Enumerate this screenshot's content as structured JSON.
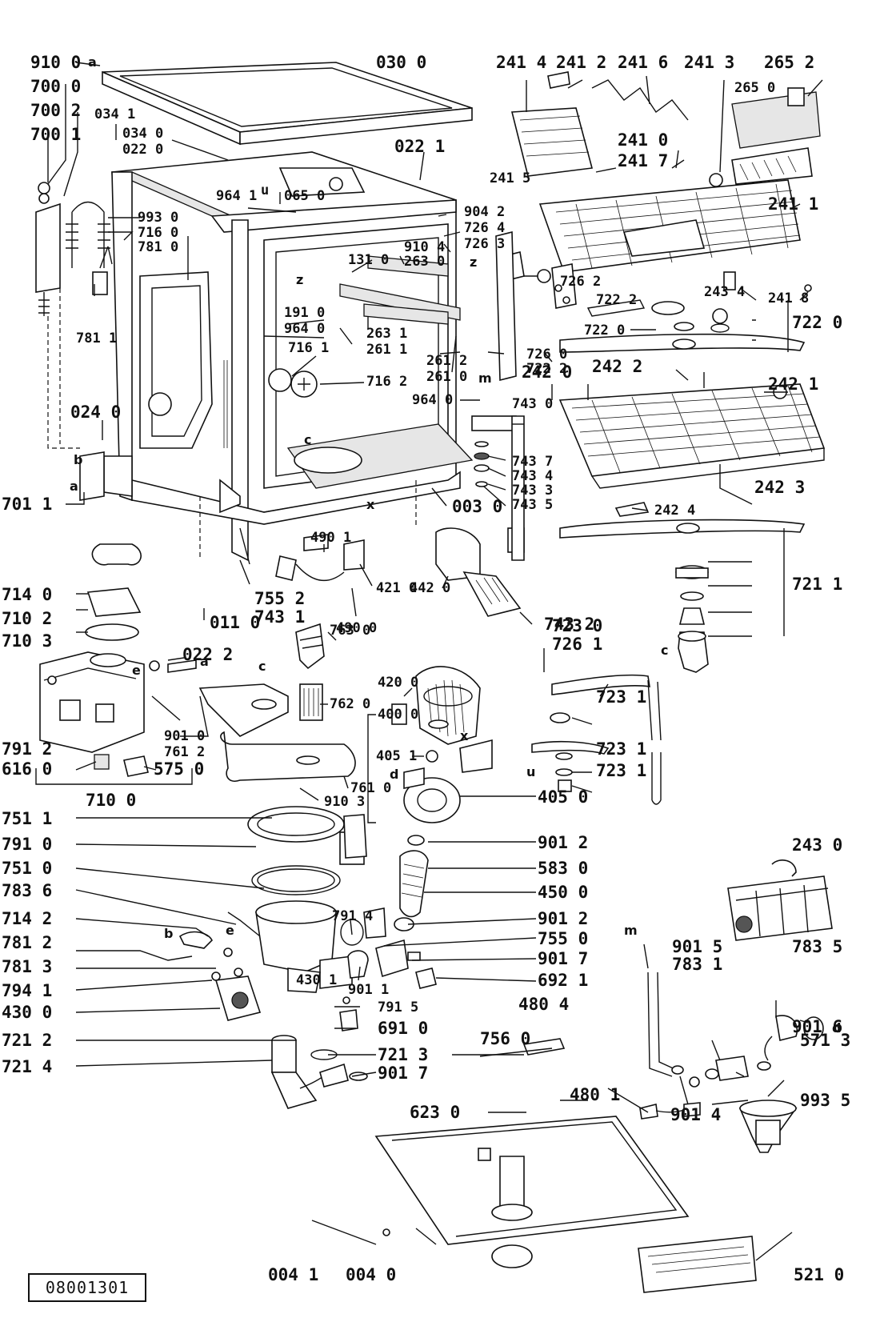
{
  "document_code": "08001301",
  "part_labels": [
    "910 0",
    "700 0",
    "700 2",
    "700 1",
    "034 1",
    "034 0",
    "022 0",
    "030 0",
    "022 1",
    "993 0",
    "716 0",
    "781 0",
    "781 1",
    "964 1",
    "065 0",
    "904 2",
    "726 4",
    "726 3",
    "910 4",
    "263 0",
    "131 0",
    "191 0",
    "964 0",
    "716 1",
    "716 2",
    "263 1",
    "261 1",
    "261 2",
    "261 0",
    "024 0",
    "701 1",
    "964 0",
    "726 0",
    "722 2",
    "743 0",
    "743 7",
    "743 4",
    "743 3",
    "743 5",
    "003 0",
    "490 1",
    "442 0",
    "421 0",
    "490 0",
    "755 2",
    "743 1",
    "011 0",
    "022 2",
    "714 0",
    "710 2",
    "710 3",
    "743 2",
    "763 0",
    "762 0",
    "901 0",
    "761 2",
    "791 2",
    "616 0",
    "575 0",
    "710 0",
    "761 0",
    "910 3",
    "420 0",
    "400 0",
    "405 1",
    "405 0",
    "751 1",
    "791 0",
    "751 0",
    "783 6",
    "714 2",
    "781 2",
    "781 3",
    "794 1",
    "430 0",
    "721 2",
    "721 4",
    "791 4",
    "430 1",
    "901 1",
    "901 2",
    "583 0",
    "450 0",
    "755 0",
    "901 7",
    "692 1",
    "791 5",
    "691 0",
    "721 3",
    "480 4",
    "756 0",
    "623 0",
    "004 1",
    "004 0",
    "241 4",
    "241 2",
    "241 6",
    "241 3",
    "265 2",
    "265 0",
    "241 0",
    "241 7",
    "241 5",
    "241 1",
    "243 4",
    "241 8",
    "726 2",
    "722 0",
    "242 0",
    "242 2",
    "242 1",
    "242 4",
    "242 3",
    "721 1",
    "723 0",
    "726 1",
    "723 1",
    "480 1",
    "901 4",
    "571 3",
    "901 5",
    "783 1",
    "783 5",
    "901 6",
    "993 5",
    "243 0",
    "521 0"
  ],
  "connection_letters": [
    "a",
    "b",
    "c",
    "d",
    "e",
    "m",
    "u",
    "x",
    "z"
  ]
}
